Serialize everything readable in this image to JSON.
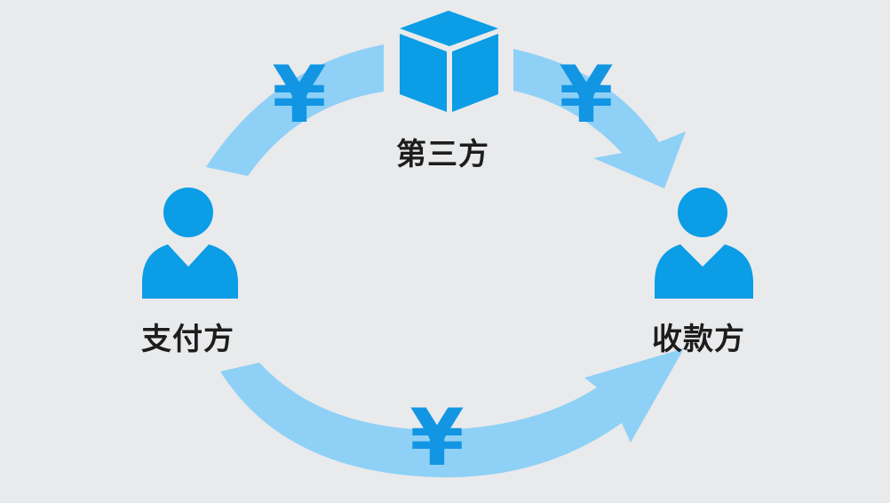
{
  "nodes": {
    "third_party": {
      "label": "第三方",
      "icon": "cube-icon"
    },
    "payer": {
      "label": "支付方",
      "icon": "person-icon"
    },
    "payee": {
      "label": "收款方",
      "icon": "person-icon"
    }
  },
  "flows": [
    {
      "from": "payer",
      "to": "third_party",
      "symbol": "¥"
    },
    {
      "from": "third_party",
      "to": "payee",
      "symbol": "¥"
    },
    {
      "from": "payer",
      "to": "payee",
      "symbol": "¥"
    }
  ],
  "colors": {
    "background": "#e9eaec",
    "icon_blue": "#0b9de6",
    "arrow_light": "#8fd0f6",
    "yen_blue": "#1296e3",
    "label_text": "#1d1d1d"
  }
}
